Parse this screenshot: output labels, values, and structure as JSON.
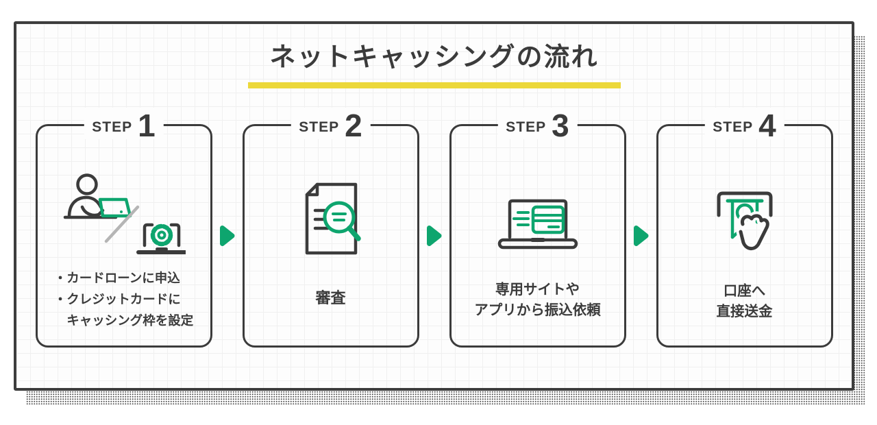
{
  "title": "ネットキャッシングの流れ",
  "colors": {
    "accent_green": "#0ea56e",
    "underline_yellow": "#ecd83a",
    "ink": "#3b3b3b",
    "panel_background": "#fdfdfd",
    "grid_line": "#f0f0f0"
  },
  "steps": [
    {
      "label": "STEP",
      "number": "1",
      "icon": "apply-person-laptop-setup-icon",
      "lines": [
        "・カードローンに申込",
        "・クレジットカードに",
        "　キャッシング枠を設定"
      ]
    },
    {
      "label": "STEP",
      "number": "2",
      "icon": "document-screening-magnifier-icon",
      "lines": [
        "審査"
      ]
    },
    {
      "label": "STEP",
      "number": "3",
      "icon": "laptop-card-transfer-request-icon",
      "lines": [
        "専用サイトや",
        "アプリから振込依頼"
      ]
    },
    {
      "label": "STEP",
      "number": "4",
      "icon": "cash-dispense-hand-icon",
      "lines": [
        "口座へ",
        "直接送金"
      ]
    }
  ]
}
